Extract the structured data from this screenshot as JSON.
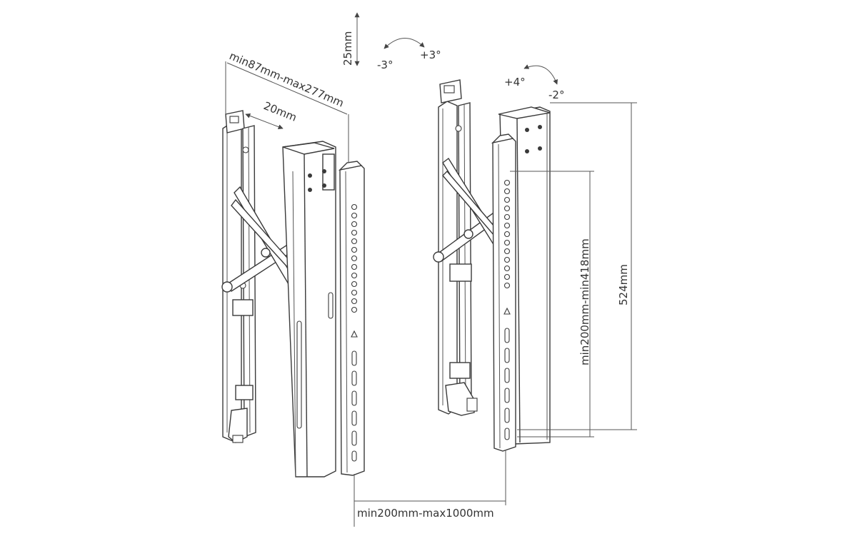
{
  "dimensions": {
    "depth_range": "min87mm-max277mm",
    "pop_out": "20mm",
    "vertical_adjust": "25mm",
    "tilt_left_neg": "-3°",
    "tilt_left_pos": "+3°",
    "tilt_right_pos": "+4°",
    "tilt_right_neg": "-2°",
    "height": "524mm",
    "vesa_height": "min200mm-min418mm",
    "vesa_width": "min200mm-max1000mm"
  },
  "colors": {
    "line": "#3a3a3a",
    "background": "#ffffff"
  }
}
